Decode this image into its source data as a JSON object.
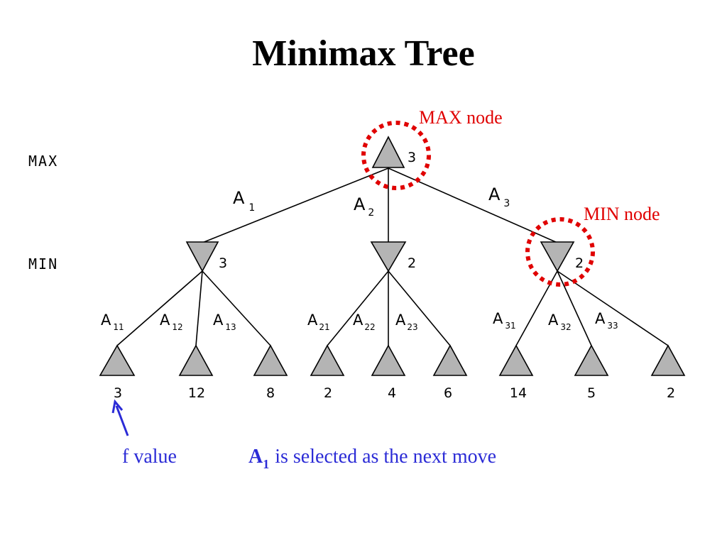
{
  "title": "Minimax Tree",
  "levels": {
    "max_label": "MAX",
    "min_label": "MIN"
  },
  "root": {
    "value": "3"
  },
  "min_nodes": [
    {
      "value": "3",
      "edge": {
        "letter": "A",
        "sub": "1"
      }
    },
    {
      "value": "2",
      "edge": {
        "letter": "A",
        "sub": "2"
      }
    },
    {
      "value": "2",
      "edge": {
        "letter": "A",
        "sub": "3"
      }
    }
  ],
  "leaves": [
    {
      "value": "3",
      "edge": {
        "letter": "A",
        "sub": "11"
      }
    },
    {
      "value": "12",
      "edge": {
        "letter": "A",
        "sub": "12"
      }
    },
    {
      "value": "8",
      "edge": {
        "letter": "A",
        "sub": "13"
      }
    },
    {
      "value": "2",
      "edge": {
        "letter": "A",
        "sub": "21"
      }
    },
    {
      "value": "4",
      "edge": {
        "letter": "A",
        "sub": "22"
      }
    },
    {
      "value": "6",
      "edge": {
        "letter": "A",
        "sub": "23"
      }
    },
    {
      "value": "14",
      "edge": {
        "letter": "A",
        "sub": "31"
      }
    },
    {
      "value": "5",
      "edge": {
        "letter": "A",
        "sub": "32"
      }
    },
    {
      "value": "2",
      "edge": {
        "letter": "A",
        "sub": "33"
      }
    }
  ],
  "annotations": {
    "max_node_label": "MAX node",
    "min_node_label": "MIN node",
    "f_value_label": "f value",
    "selection": {
      "move_letter": "A",
      "move_sub": "1",
      "text": "is selected as the next move"
    }
  },
  "colors": {
    "node_fill": "#b4b4b4",
    "callout": "#e00000",
    "caption": "#2b2bd6"
  }
}
